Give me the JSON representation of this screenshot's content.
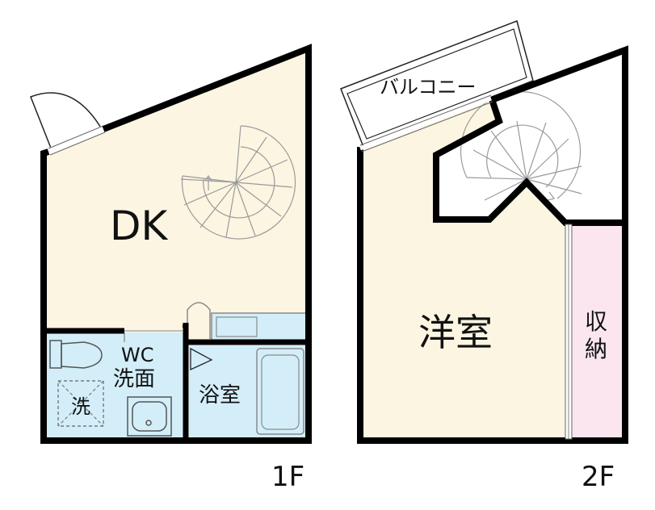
{
  "floors": {
    "first": {
      "label": "1F",
      "rooms": {
        "dk": "DK",
        "wc_wash_line1": "WC",
        "wash_line2": "洗面",
        "bath": "浴室",
        "laundry": "洗"
      }
    },
    "second": {
      "label": "2F",
      "rooms": {
        "balcony": "バルコニー",
        "western_room": "洋室",
        "storage_line1": "収",
        "storage_line2": "納"
      }
    }
  },
  "colors": {
    "wall": "#000000",
    "room_beige": "#fbf5e2",
    "water_blue": "#d3eef9",
    "storage_pink": "#fbe6ef",
    "line": "#9a9a9a"
  }
}
